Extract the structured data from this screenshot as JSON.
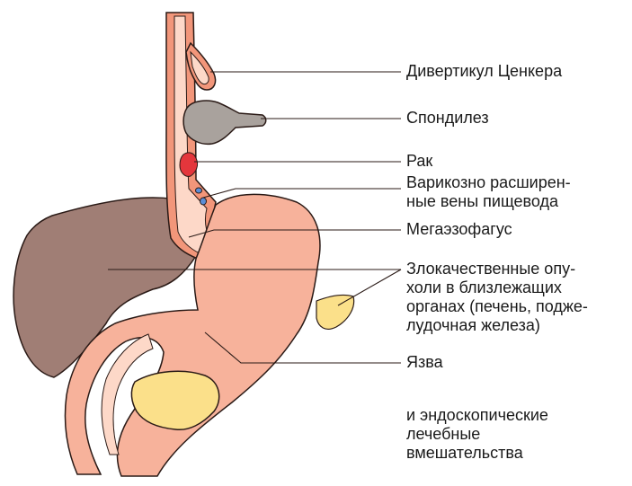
{
  "diagram": {
    "labels": {
      "zenker": "Дивертикул Ценкера",
      "spondylosis": "Спондилез",
      "cancer": "Рак",
      "varices": "Варикозно расширен-\nные вены пищевода",
      "megaesophagus": "Мегаэзофагус",
      "tumors": "Злокачественные опу-\nхоли в близлежащих\nорганах (печень, подже-\nлудочная железа)",
      "ulcer": "Язва",
      "therapy": "и эндоскопические\nлечебные\nвмешательства"
    },
    "colors": {
      "esophagus_wall": "#f2967a",
      "lumen": "#fdd8c8",
      "stomach": "#f7b29b",
      "liver": "#a07e75",
      "pancreas": "#fbe08a",
      "vertebra": "#a9a29d",
      "tumor": "#e4363c",
      "vein": "#5b8ed6",
      "outline": "#2a1a16"
    }
  }
}
